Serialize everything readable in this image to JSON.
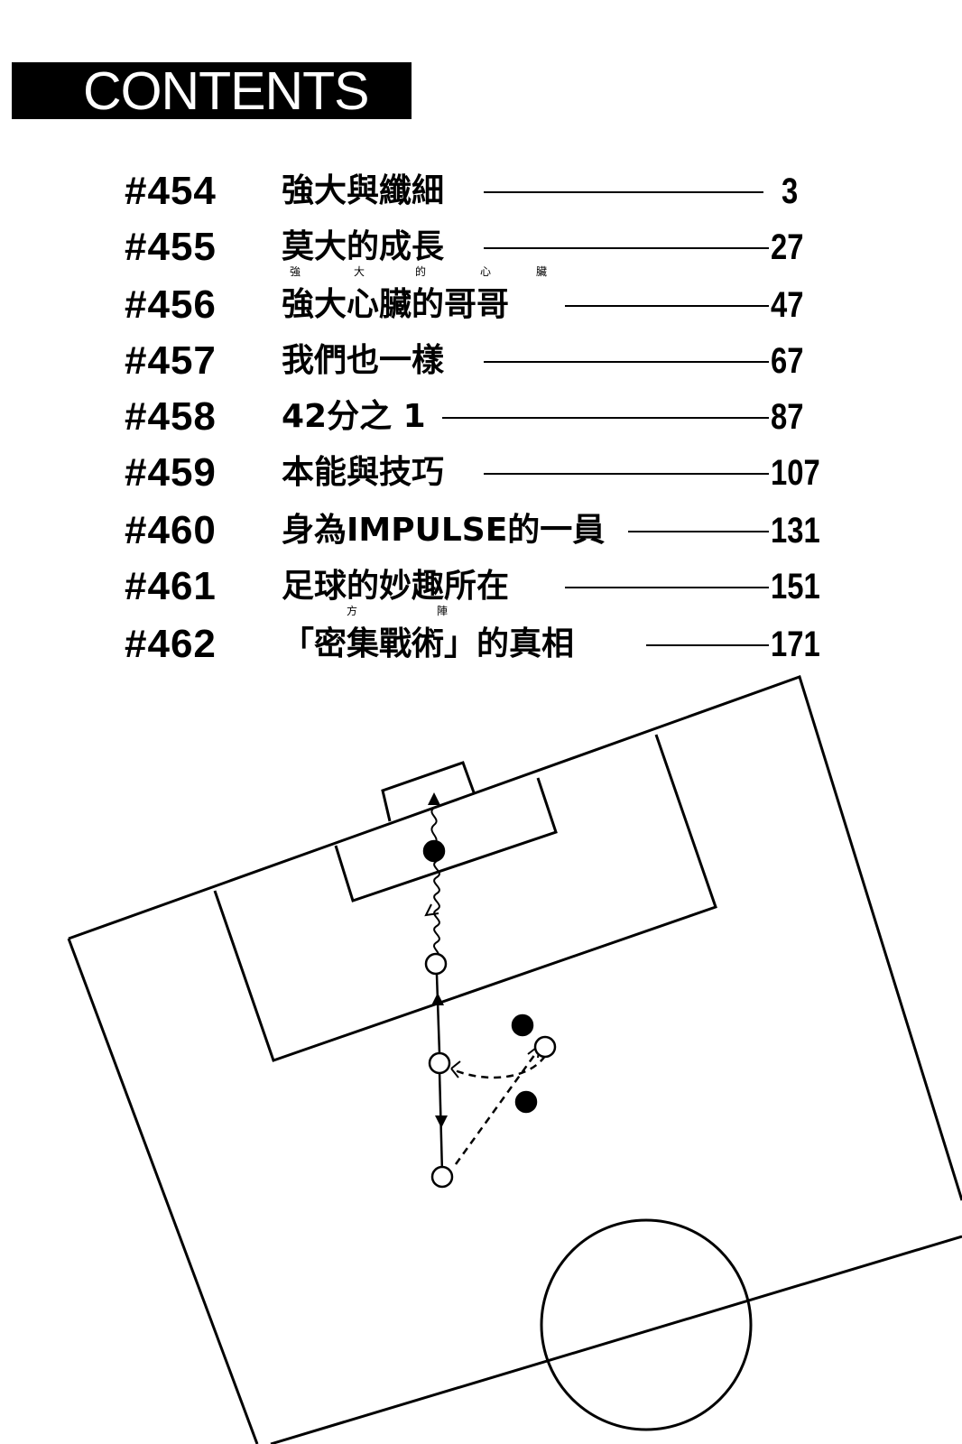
{
  "header": {
    "title": "CONTENTS"
  },
  "toc": [
    {
      "number": "#454",
      "title": "強大與纖細",
      "page": "3"
    },
    {
      "number": "#455",
      "title": "莫大的成長",
      "page": "27"
    },
    {
      "number": "#456",
      "title": "強大心臟的哥哥",
      "page": "47",
      "ruby": [
        "強",
        "大",
        "的",
        "心",
        "臟"
      ]
    },
    {
      "number": "#457",
      "title": "我們也一樣",
      "page": "67"
    },
    {
      "number": "#458",
      "title": "42分之 1",
      "page": "87"
    },
    {
      "number": "#459",
      "title": "本能與技巧",
      "page": "107"
    },
    {
      "number": "#460",
      "title": "身為IMPULSE的一員",
      "page": "131"
    },
    {
      "number": "#461",
      "title": "足球的妙趣所在",
      "page": "151"
    },
    {
      "number": "#462",
      "title": "「密集戰術」的真相",
      "page": "171",
      "ruby": [
        "方",
        "陣"
      ]
    }
  ],
  "diagram": {
    "icons": [
      "soccer-pitch-diagram",
      "player-open-circle",
      "player-filled-circle",
      "dribble-arrow",
      "pass-dashed-arrow"
    ]
  }
}
